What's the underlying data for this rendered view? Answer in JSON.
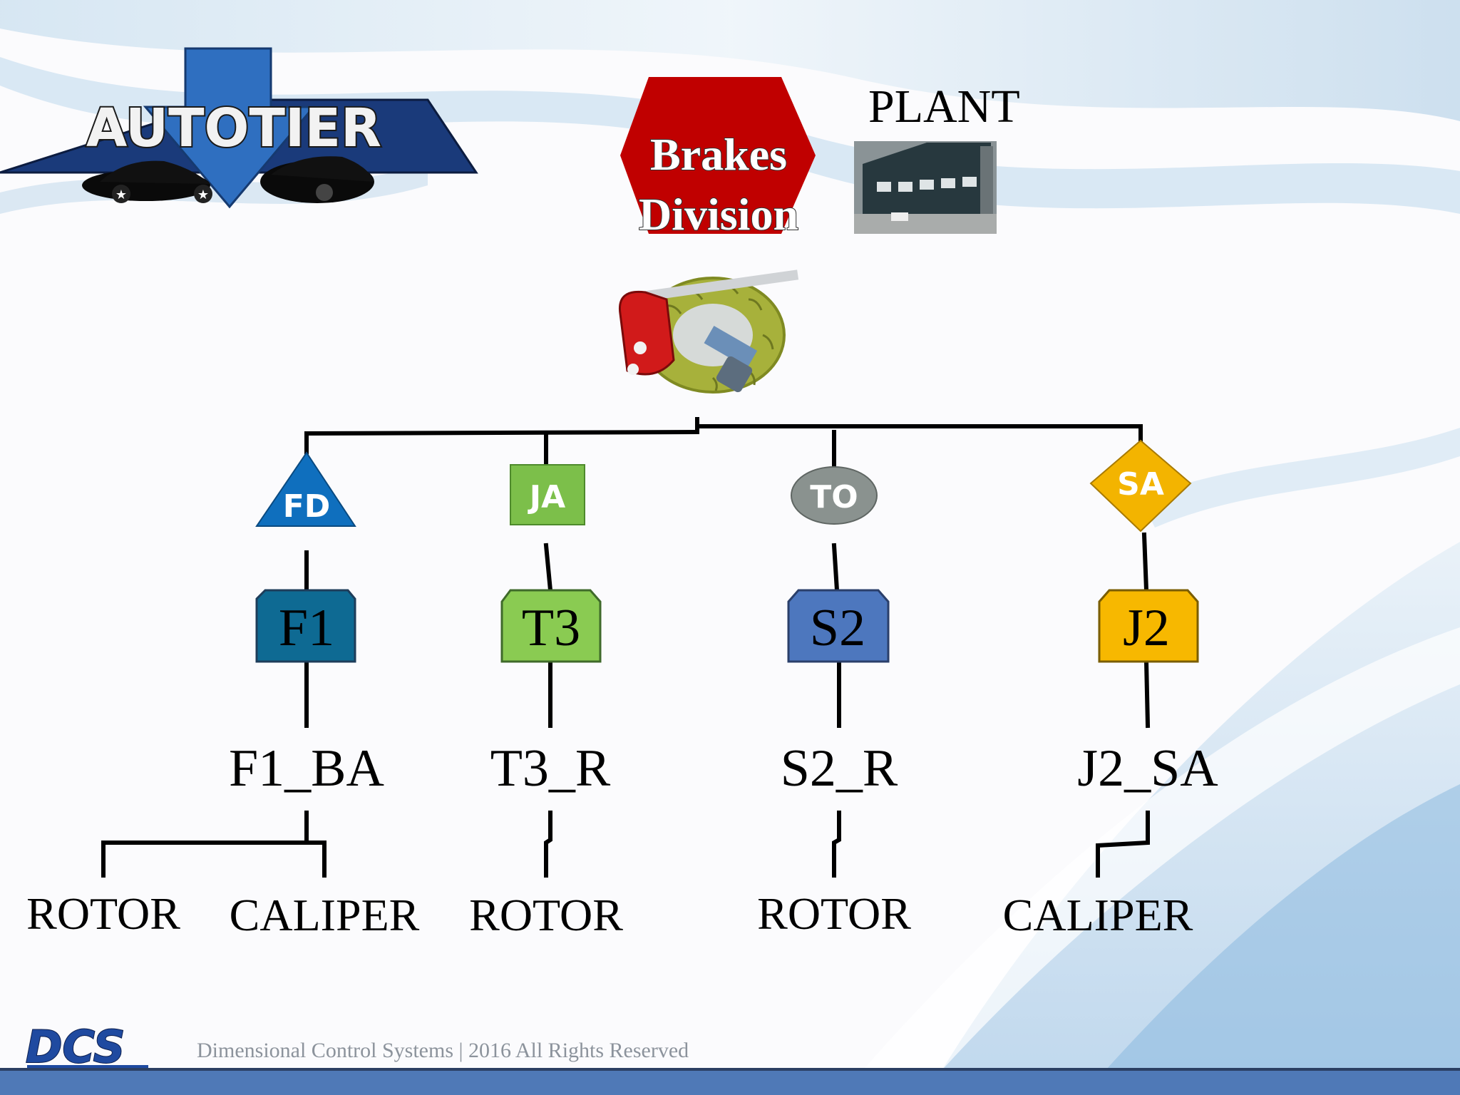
{
  "logo": {
    "text": "AUTOTIER"
  },
  "division": {
    "line1": "Brakes",
    "line2": "Division",
    "color": "#c00000"
  },
  "plant": {
    "title": "PLANT"
  },
  "root": {
    "icon": "brake-assembly-icon"
  },
  "suppliers": [
    {
      "code": "FD",
      "shape": "triangle",
      "color": "#0f6fbe"
    },
    {
      "code": "JA",
      "shape": "square",
      "color": "#7cbf4a"
    },
    {
      "code": "TO",
      "shape": "ellipse",
      "color": "#8a928f"
    },
    {
      "code": "SA",
      "shape": "diamond",
      "color": "#f3b400"
    }
  ],
  "parts": [
    {
      "code": "F1",
      "color": "#0e6a93"
    },
    {
      "code": "T3",
      "color": "#8acb52"
    },
    {
      "code": "S2",
      "color": "#4d77be"
    },
    {
      "code": "J2",
      "color": "#f7b800"
    }
  ],
  "assemblies": [
    "F1_BA",
    "T3_R",
    "S2_R",
    "J2_SA"
  ],
  "components": [
    "ROTOR",
    "CALIPER",
    "ROTOR",
    "ROTOR",
    "CALIPER"
  ],
  "footer": {
    "logo_text": "DCS",
    "copyright": "Dimensional Control Systems | 2016 All Rights Reserved"
  }
}
